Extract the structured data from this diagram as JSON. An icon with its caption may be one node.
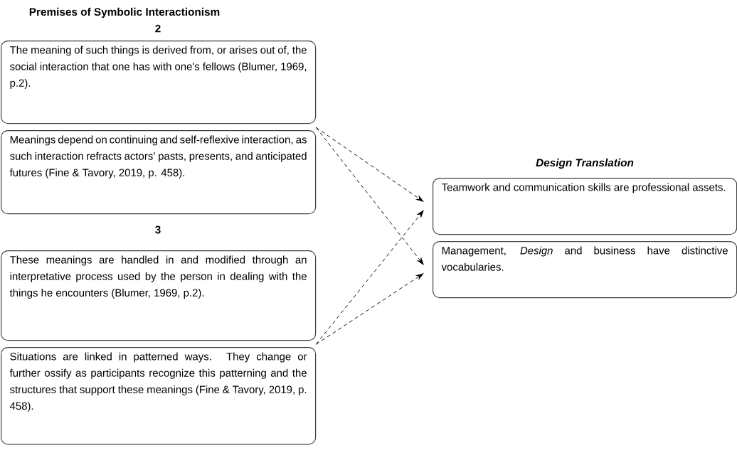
{
  "diagram": {
    "nodes": [
      {
        "text": [
          "The meaning of such things is derived from, or arises out of, the social interaction that one has with one's fellows (Blumer, 1969, p.2)."
        ]
      },
      {
        "text": [
          "Meanings depend on continuing and self-reflexive interaction, as such interaction refracts actors’ pasts, presents, and anticipated futures (Fine & Tavory, 2019, p. 458)."
        ]
      },
      {
        "text": [
          "These meanings are handled in and modified through an interpretative process used by the person in dealing with the things he encounters (Blumer, 1969, p.2)."
        ]
      },
      {
        "text": [
          "Situations are linked in patterned ways. They change or further ossify as participants recognize this patterning and the structures that support these meanings (Fine & Tavory, 2019, p. 458)."
        ]
      },
      {
        "text": [
          "Teamwork and communication skills are professional assets."
        ]
      },
      {
        "text": [
          "Management, *Design* and business have distinctive vocabularies."
        ]
      }
    ],
    "edges": [
      {
        "from": 0,
        "to": 4,
        "arrow": "to",
        "style": "dashed"
      },
      {
        "from": 0,
        "to": 5,
        "arrow": "to",
        "style": "dashed"
      },
      {
        "from": 2,
        "to": 4,
        "arrow": "to",
        "style": "dashed"
      },
      {
        "from": 2,
        "to": 5,
        "arrow": "to",
        "style": "dashed"
      }
    ],
    "labels": [
      "Premises of Symbolic Interactionism",
      "2",
      "3",
      "Design Translation"
    ]
  }
}
